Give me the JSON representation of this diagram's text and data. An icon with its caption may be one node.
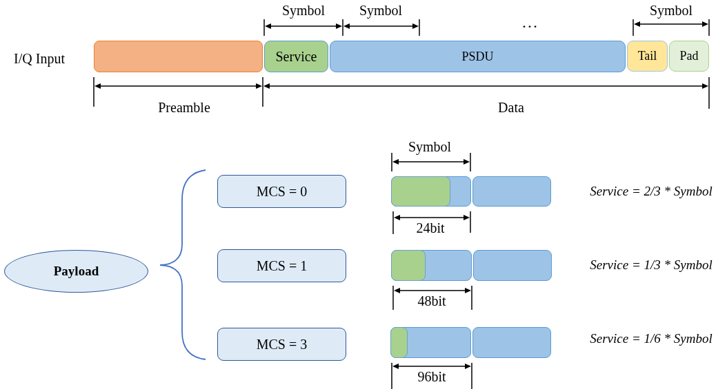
{
  "diagram": {
    "nodes": [
      {
        "text": [],
        "shape": "bar"
      },
      {
        "text": [
          "Service"
        ]
      },
      {
        "text": [
          "PSDU"
        ]
      },
      {
        "text": [
          "Tail"
        ]
      },
      {
        "text": [
          "Pad"
        ]
      },
      {
        "text": [
          "Payload"
        ]
      },
      {
        "text": [
          "MCS = 0"
        ]
      },
      {
        "text": [
          "MCS = 1"
        ]
      },
      {
        "text": [
          "MCS = 3"
        ]
      },
      {
        "text": [],
        "shape": "bar"
      },
      {
        "text": [],
        "shape": "bar",
        "in": 9
      },
      {
        "text": [],
        "shape": "bar"
      },
      {
        "text": [],
        "shape": "bar"
      },
      {
        "text": [],
        "shape": "bar",
        "in": 12
      },
      {
        "text": [],
        "shape": "bar"
      },
      {
        "text": [],
        "shape": "bar"
      },
      {
        "text": [],
        "shape": "bar",
        "in": 15
      },
      {
        "text": [],
        "shape": "bar"
      }
    ],
    "labels": [
      "Symbol",
      "Symbol",
      "…",
      "Symbol",
      "I/Q Input",
      "Preamble",
      "Data",
      "Symbol",
      "Service = 2/3 * Symbol",
      "24bit",
      "Service = 1/3 * Symbol",
      "48bit",
      "Service = 1/6 * Symbol",
      "96bit"
    ]
  }
}
